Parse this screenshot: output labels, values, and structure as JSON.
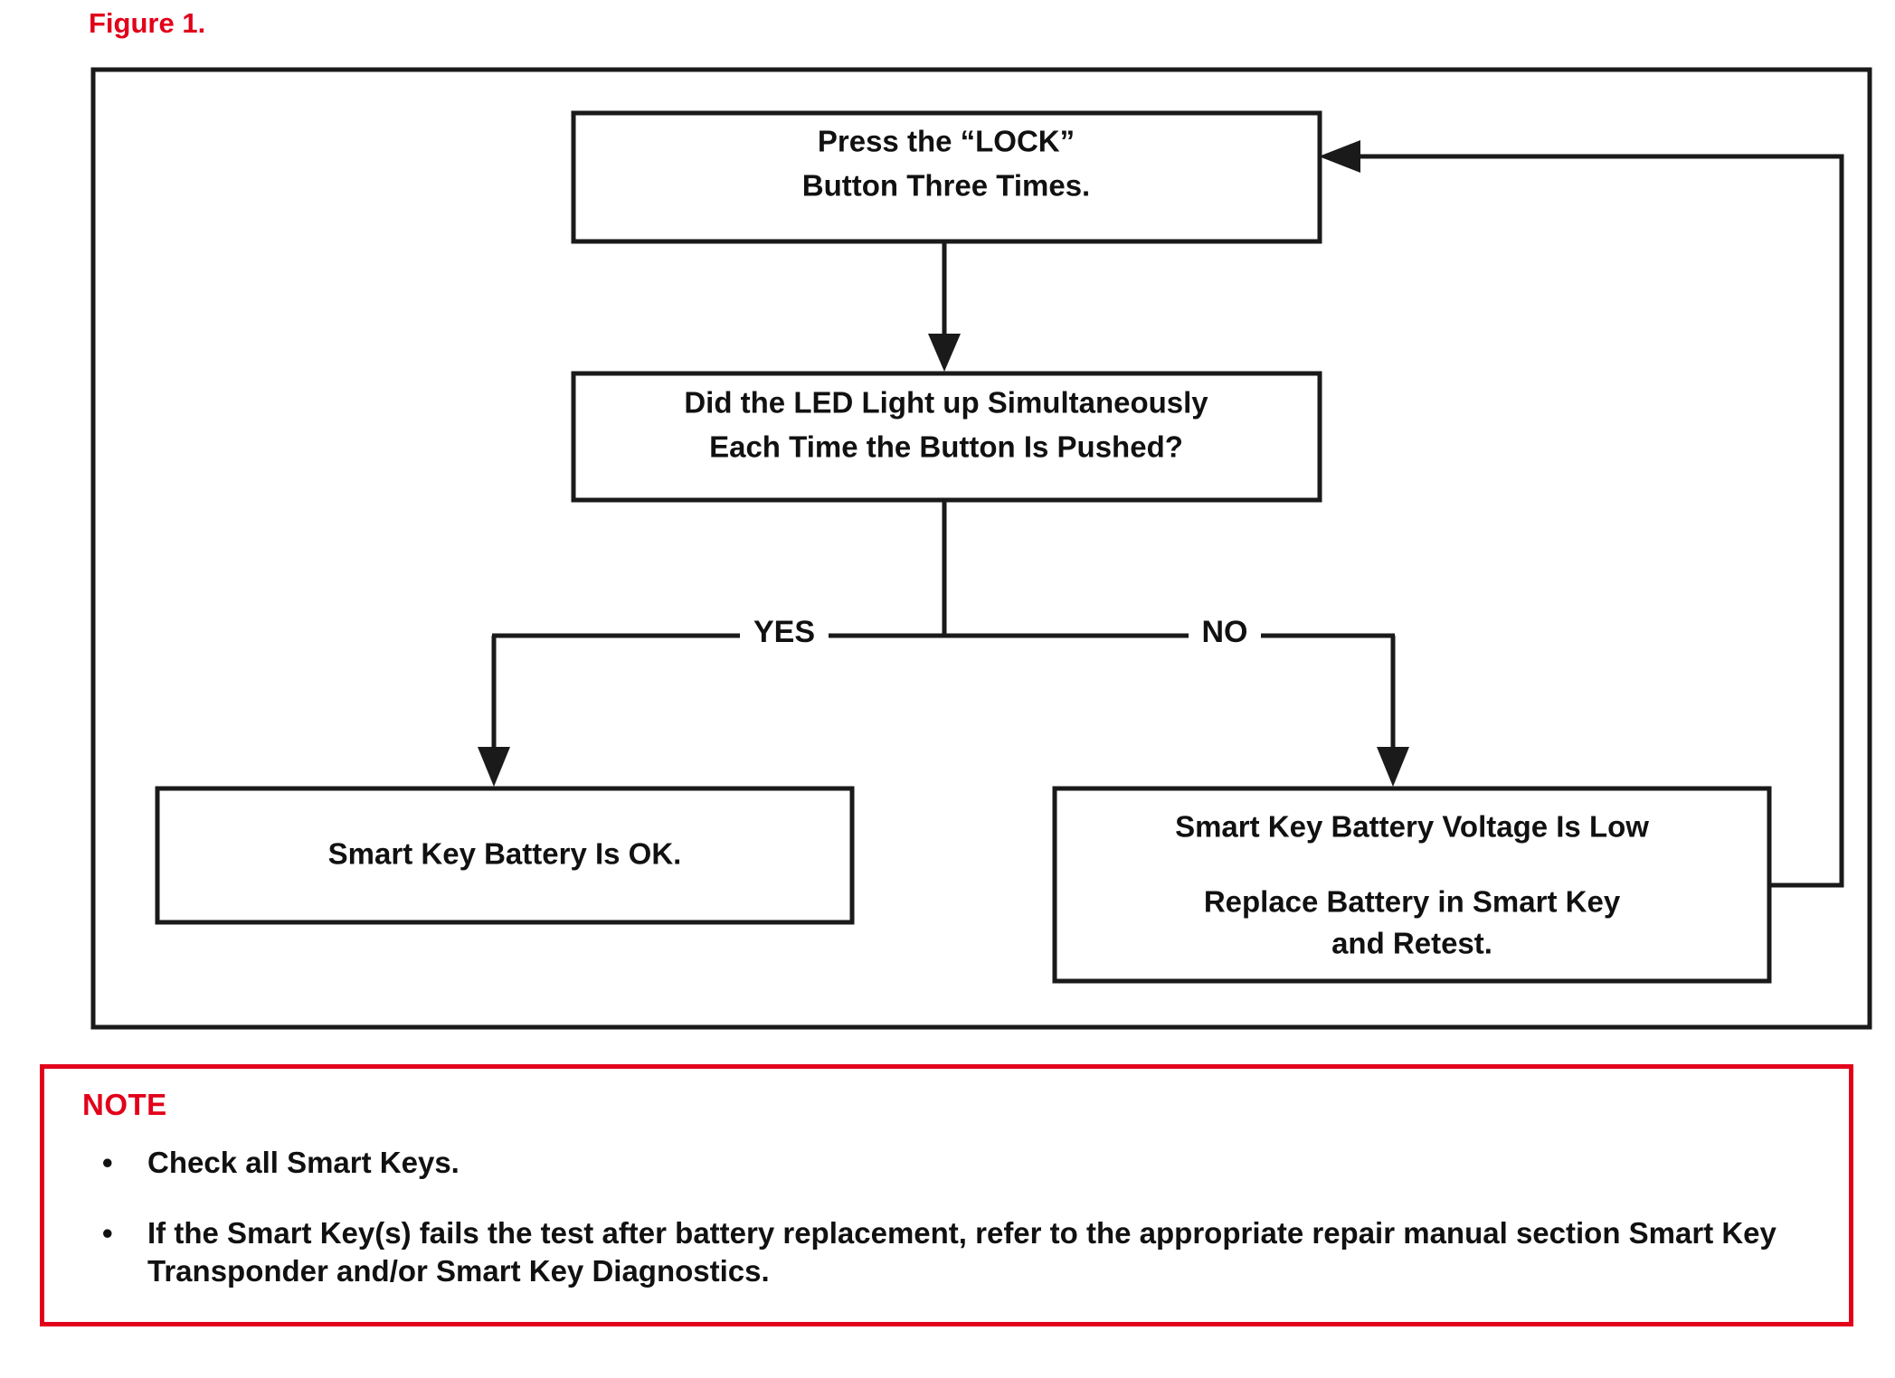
{
  "figure": {
    "label": "Figure 1.",
    "label_color": "#e2001a"
  },
  "flowchart": {
    "type": "flowchart",
    "nodes": [
      {
        "id": "start",
        "kind": "process",
        "lines": [
          "Press the “LOCK”",
          "Button Three Times."
        ]
      },
      {
        "id": "decision",
        "kind": "decision",
        "lines": [
          "Did the LED Light up Simultaneously",
          "Each Time the Button Is Pushed?"
        ]
      },
      {
        "id": "outcome-ok",
        "kind": "terminal",
        "lines": [
          "Smart Key Battery Is OK."
        ]
      },
      {
        "id": "outcome-low",
        "kind": "terminal",
        "lines": [
          "Smart Key Battery Voltage Is Low",
          "Replace Battery in Smart Key",
          "and Retest."
        ]
      }
    ],
    "edges": [
      {
        "from": "start",
        "to": "decision",
        "label": ""
      },
      {
        "from": "decision",
        "to": "outcome-ok",
        "label": "YES"
      },
      {
        "from": "decision",
        "to": "outcome-low",
        "label": "NO"
      },
      {
        "from": "outcome-low",
        "to": "start",
        "label": ""
      }
    ],
    "branch_labels": {
      "yes": "YES",
      "no": "NO"
    },
    "box1_line1": "Press the “LOCK”",
    "box1_line2": "Button Three Times.",
    "box2_line1": "Did the LED Light up Simultaneously",
    "box2_line2": "Each Time the Button Is Pushed?",
    "box3_line1": "Smart Key Battery Is OK.",
    "box4_line1": "Smart Key Battery Voltage Is Low",
    "box4_line2": "Replace Battery in Smart Key",
    "box4_line3": "and Retest.",
    "line_color": "#1a1a1a"
  },
  "note": {
    "heading": "NOTE",
    "heading_color": "#e2001a",
    "border_color": "#e2001a",
    "bullet_glyph": "•",
    "items": [
      "Check all Smart Keys.",
      "If the Smart Key(s) fails the test after battery replacement, refer to the appropriate repair manual section Smart Key Transponder and/or Smart Key Diagnostics."
    ]
  }
}
